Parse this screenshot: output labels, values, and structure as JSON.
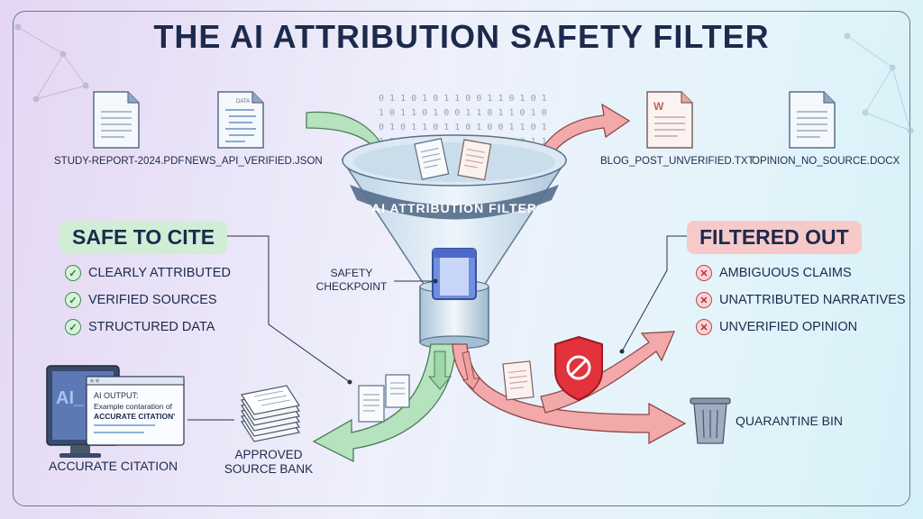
{
  "title": "THE AI ATTRIBUTION SAFETY FILTER",
  "funnel_label": "AI ATTRIBUTION FILTER",
  "checkpoint_label": [
    "SAFETY",
    "CHECKPOINT"
  ],
  "input_files": [
    {
      "name": "STUDY-REPORT-2024.PDF",
      "icon": "document-icon"
    },
    {
      "name": "NEWS_API_VERIFIED.JSON",
      "icon": "json-document-icon",
      "tag": "DATA"
    },
    {
      "name": "BLOG_POST_UNVERIFIED.TXT",
      "icon": "word-document-icon",
      "tag": "W"
    },
    {
      "name": "OPINION_NO_SOURCE.DOCX",
      "icon": "document-icon"
    }
  ],
  "safe": {
    "heading": "SAFE TO CITE",
    "items": [
      "CLEARLY ATTRIBUTED",
      "VERIFIED SOURCES",
      "STRUCTURED DATA"
    ],
    "color": "#cfeed5"
  },
  "filtered": {
    "heading": "FILTERED OUT",
    "items": [
      "AMBIGUOUS CLAIMS",
      "UNATTRIBUTED NARRATIVES",
      "UNVERIFIED OPINION"
    ],
    "color": "#f7c9c9"
  },
  "monitor": {
    "screen_text": "AI_",
    "window_title": "AI OUTPUT:",
    "window_body": "Example contaration of",
    "window_emphasis": "ACCURATE CITATION'",
    "label": "ACCURATE CITATION"
  },
  "source_bank": [
    "APPROVED",
    "SOURCE BANK"
  ],
  "quarantine_label": "QUARANTINE BIN",
  "colors": {
    "title": "#1c2a4c",
    "green_arrow": "#b5e3bd",
    "red_arrow": "#f3a9a9",
    "shield": "#e2323c"
  }
}
